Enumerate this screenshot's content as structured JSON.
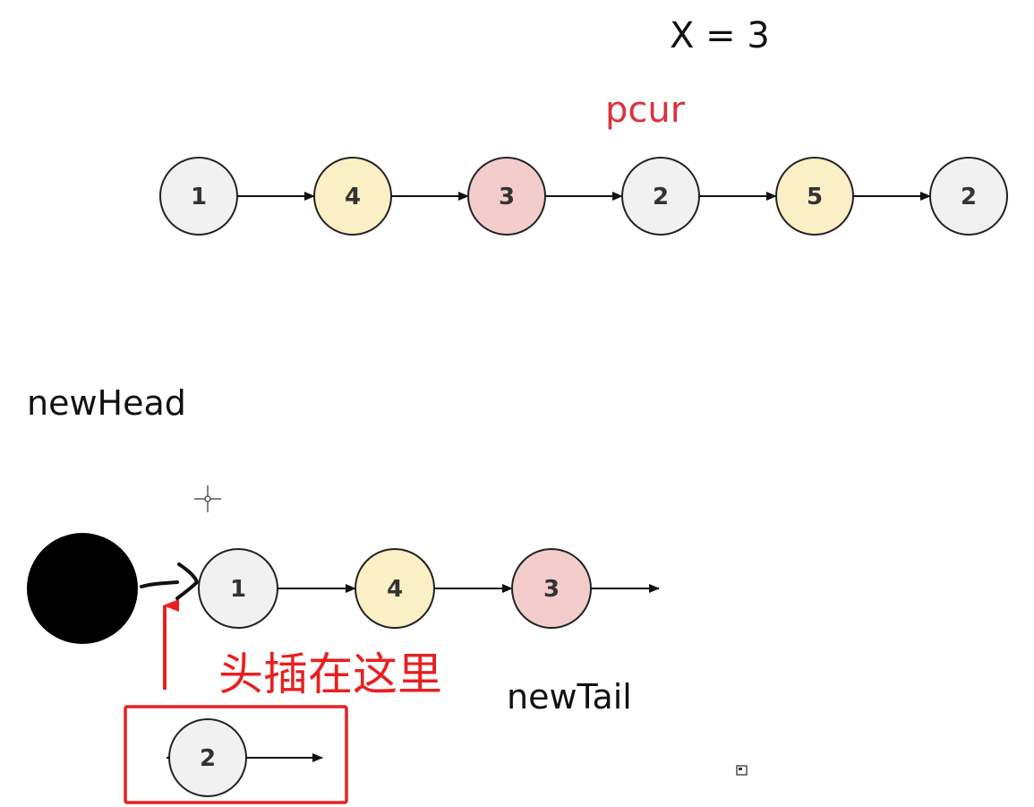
{
  "x_label": "X = 3",
  "pcur_label": "pcur",
  "new_head_label": "newHead",
  "new_tail_label": "newTail",
  "insert_annotation": "头插在这里",
  "original_list": [
    {
      "value": "1",
      "color": "#f1f1f1"
    },
    {
      "value": "4",
      "color": "#fbefc6"
    },
    {
      "value": "3",
      "color": "#f3cccc"
    },
    {
      "value": "2",
      "color": "#f1f1f1"
    },
    {
      "value": "5",
      "color": "#fbefc6"
    },
    {
      "value": "2",
      "color": "#f1f1f1"
    }
  ],
  "new_list": [
    {
      "value": "1",
      "color": "#f1f1f1"
    },
    {
      "value": "4",
      "color": "#fbefc6"
    },
    {
      "value": "3",
      "color": "#f3cccc"
    }
  ],
  "pending_node": {
    "value": "2",
    "color": "#f1f1f1"
  },
  "colors": {
    "annotation_red": "#e82020",
    "pcur_red": "#d9343a",
    "sentinel": "#000000",
    "arrow": "#111111"
  }
}
